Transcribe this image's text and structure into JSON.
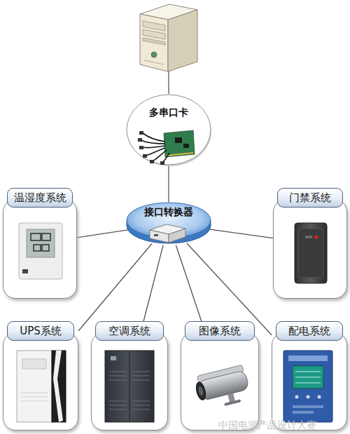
{
  "diagram": {
    "nodes": [
      {
        "text": [
          "多串口卡"
        ]
      },
      {
        "text": [
          "温湿度系统"
        ]
      },
      {
        "text": [
          "接口转换器"
        ]
      },
      {
        "text": [
          "门禁系统"
        ]
      },
      {
        "text": [
          "UPS系统"
        ]
      },
      {
        "text": [
          "空调系统"
        ]
      },
      {
        "text": [
          "图像系统"
        ]
      },
      {
        "text": [
          "配电系统"
        ]
      }
    ],
    "edges": [
      {
        "from": 0,
        "to": 2,
        "arrow": "none"
      },
      {
        "from": 2,
        "to": 1,
        "arrow": "none"
      },
      {
        "from": 2,
        "to": 3,
        "arrow": "none"
      },
      {
        "from": 2,
        "to": 4,
        "arrow": "none"
      },
      {
        "from": 2,
        "to": 5,
        "arrow": "none"
      },
      {
        "from": 2,
        "to": 6,
        "arrow": "none"
      },
      {
        "from": 2,
        "to": 7,
        "arrow": "none"
      }
    ],
    "labels": [
      "中国电源产品设计大赛"
    ]
  }
}
